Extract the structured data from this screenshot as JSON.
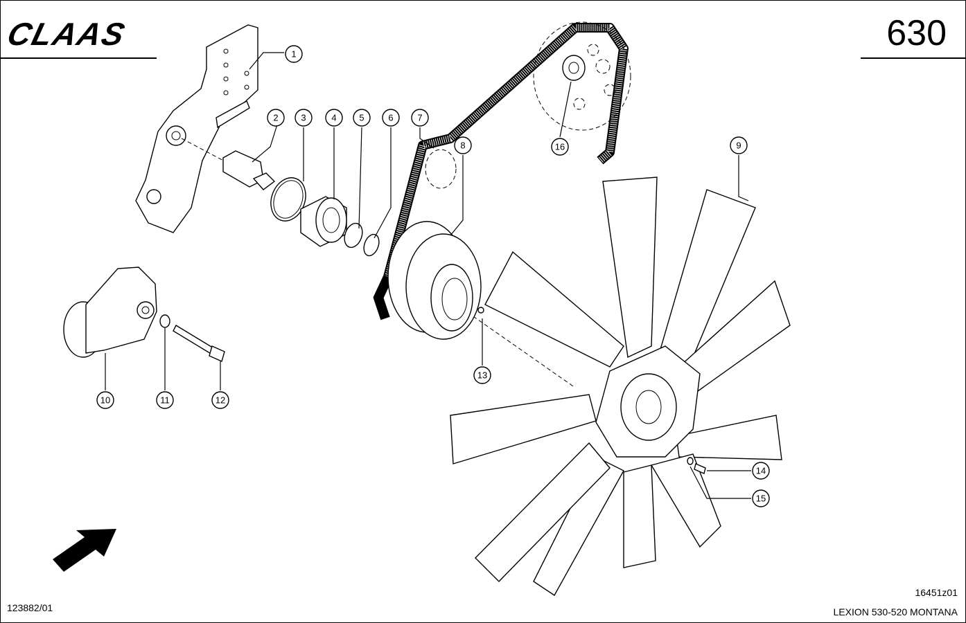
{
  "header": {
    "brand": "CLAAS",
    "page_number": "630"
  },
  "footer": {
    "drawing_ref": "123882/01",
    "figure_code": "16451z01",
    "model": "LEXION 530-520 MONTANA"
  },
  "callouts": [
    "1",
    "2",
    "3",
    "4",
    "5",
    "6",
    "7",
    "8",
    "9",
    "10",
    "11",
    "12",
    "13",
    "14",
    "15",
    "16"
  ],
  "icons": {
    "direction": "arrow-icon"
  }
}
